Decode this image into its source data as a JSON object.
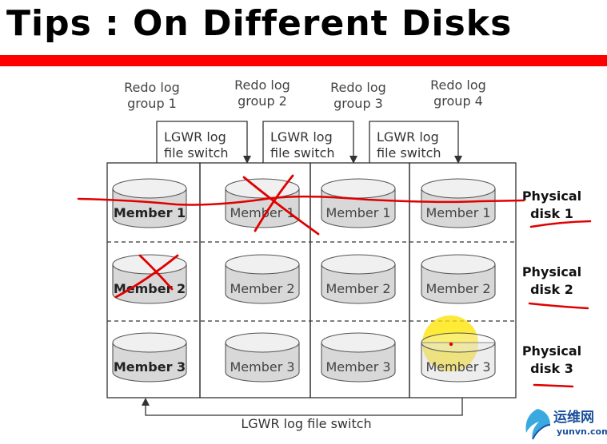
{
  "title": "Tips : On Different Disks",
  "groups": [
    {
      "line1": "Redo log",
      "line2": "group 1"
    },
    {
      "line1": "Redo log",
      "line2": "group 2"
    },
    {
      "line1": "Redo log",
      "line2": "group 3"
    },
    {
      "line1": "Redo log",
      "line2": "group 4"
    }
  ],
  "switches": [
    {
      "line1": "LGWR log",
      "line2": "file switch"
    },
    {
      "line1": "LGWR log",
      "line2": "file switch"
    },
    {
      "line1": "LGWR log",
      "line2": "file switch"
    }
  ],
  "members": [
    "Member 1",
    "Member 2",
    "Member 3"
  ],
  "disks": [
    {
      "line1": "Physical",
      "line2": "disk 1"
    },
    {
      "line1": "Physical",
      "line2": "disk 2"
    },
    {
      "line1": "Physical",
      "line2": "disk 3"
    }
  ],
  "bottom_switch": "LGWR log file switch",
  "watermark": {
    "cn": "运维网",
    "en": "yunvn.com"
  },
  "colors": {
    "accent": "#ff0000",
    "ink_red": "#e00000",
    "highlight": "#ffee00",
    "cylinder": "#d8d8d8",
    "watermark": "#1a4f9c"
  }
}
